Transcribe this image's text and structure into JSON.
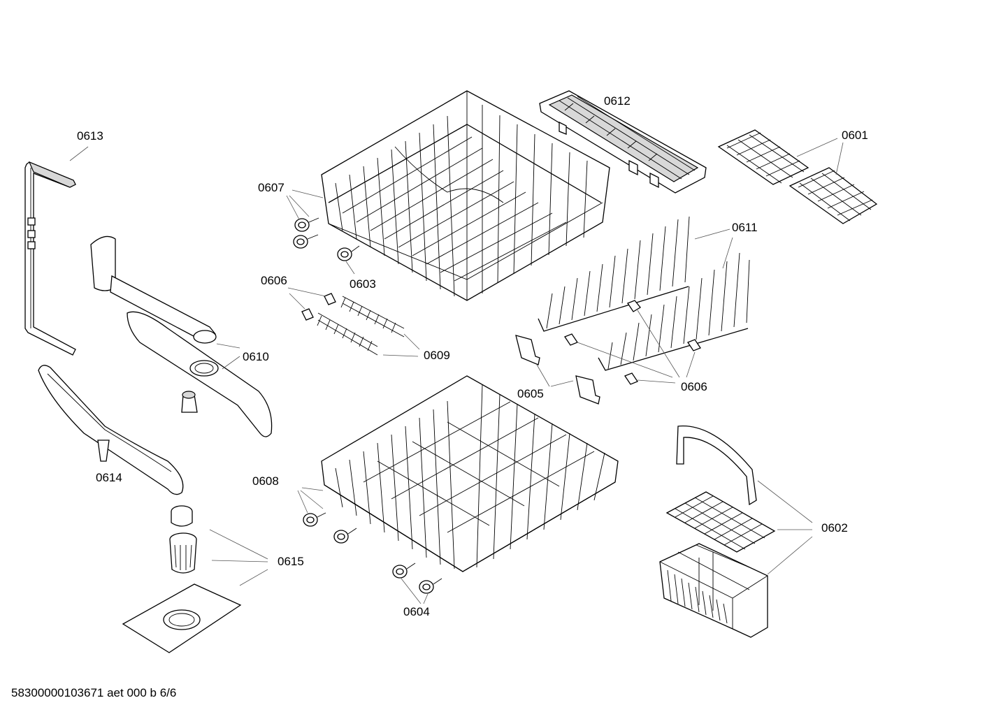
{
  "diagram": {
    "labels": [
      {
        "id": "0613",
        "text": "0613"
      },
      {
        "id": "0607",
        "text": "0607"
      },
      {
        "id": "0612",
        "text": "0612"
      },
      {
        "id": "0601",
        "text": "0601"
      },
      {
        "id": "0611",
        "text": "0611"
      },
      {
        "id": "0606a",
        "text": "0606"
      },
      {
        "id": "0603",
        "text": "0603"
      },
      {
        "id": "0610",
        "text": "0610"
      },
      {
        "id": "0609",
        "text": "0609"
      },
      {
        "id": "0605",
        "text": "0605"
      },
      {
        "id": "0606b",
        "text": "0606"
      },
      {
        "id": "0614",
        "text": "0614"
      },
      {
        "id": "0608",
        "text": "0608"
      },
      {
        "id": "0602",
        "text": "0602"
      },
      {
        "id": "0615",
        "text": "0615"
      },
      {
        "id": "0604",
        "text": "0604"
      }
    ],
    "footer": "58300000103671 aet 000 b 6/6"
  }
}
